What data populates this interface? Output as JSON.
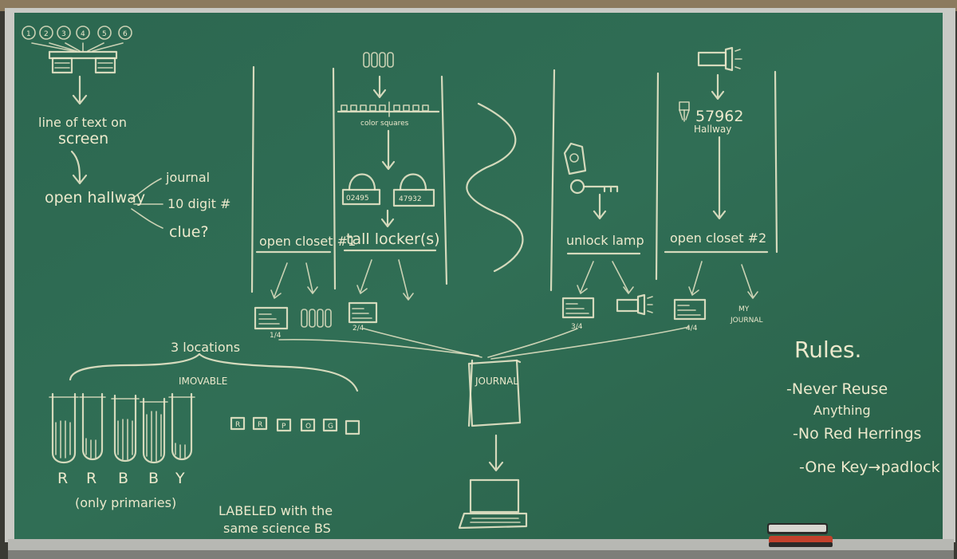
{
  "colors": {
    "board": "#2f6a52",
    "chalk": "#ece9cc",
    "frame": "#cfd0cc",
    "tray": "#b9bab6"
  },
  "left": {
    "circles": [
      "1",
      "2",
      "3",
      "4",
      "5",
      "6"
    ],
    "line_of_text": "line of text on",
    "screen": "screen",
    "open_hallway": "open hallway",
    "branches": [
      "journal",
      "10 digit #",
      "clue?"
    ]
  },
  "flow": {
    "open_closet_1": "open closet #1",
    "color_squares": "color squares",
    "lock_code_a": "02495",
    "lock_code_b": "47932",
    "tall_lockers": "tall locker(s)",
    "unlock_lamp": "unlock lamp",
    "code_57962": "57962",
    "hallway": "Hallway",
    "open_closet_2": "open closet #2",
    "page_1": "1/4",
    "page_2": "2/4",
    "page_3": "3/4",
    "page_4": "4/4",
    "my_journal_1": "MY",
    "my_journal_2": "JOURNAL",
    "journal": "JOURNAL"
  },
  "bottom": {
    "locations": "3 locations",
    "immovable": "IMOVABLE",
    "tube_labels": [
      "R",
      "R",
      "B",
      "B",
      "Y"
    ],
    "square_labels": [
      "R",
      "R",
      "P",
      "O",
      "G",
      ""
    ],
    "only_primaries": "(only primaries)",
    "labeled_1": "LABELED with the",
    "labeled_2": "same science BS"
  },
  "rules": {
    "title": "Rules.",
    "r1a": "-Never Reuse",
    "r1b": "Anything",
    "r2": "-No Red Herrings",
    "r3": "-One Key→padlock"
  }
}
